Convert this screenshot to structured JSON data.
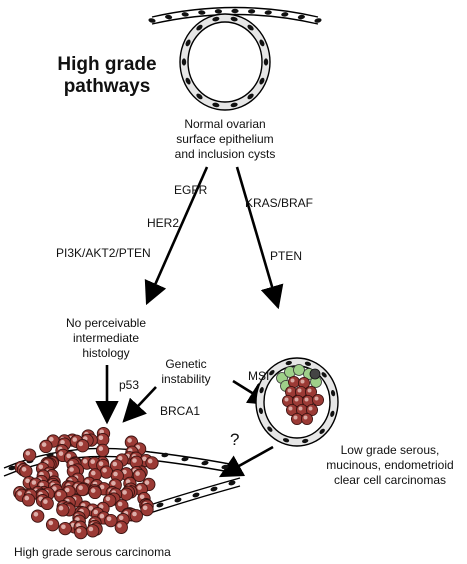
{
  "title": "High grade\npathways",
  "normal_label": "Normal ovarian\nsurface epithelium\nand inclusion cysts",
  "left_branch_labels": [
    "EGFR",
    "HER2",
    "PI3K/AKT2/PTEN"
  ],
  "right_branch_labels": [
    "KRAS/BRAF",
    "PTEN"
  ],
  "no_intermediate_label": "No perceivable\nintermediate\nhistology",
  "genetic_instability_label": "Genetic\ninstability",
  "p53_label": "p53",
  "brca1_label": "BRCA1",
  "msi_label": "MSI",
  "question_label": "?",
  "low_grade_label": "Low grade serous,\nmucinous, endometrioid\nclear cell carcinomas",
  "high_grade_label": "High grade serous carcinoma",
  "colors": {
    "tumor_red": "#9b3a35",
    "tumor_highlight": "#e9c3bd",
    "green_cells": "#9fd08a",
    "nucleus": "#111111",
    "layer_fill": "#e6e6e6"
  }
}
